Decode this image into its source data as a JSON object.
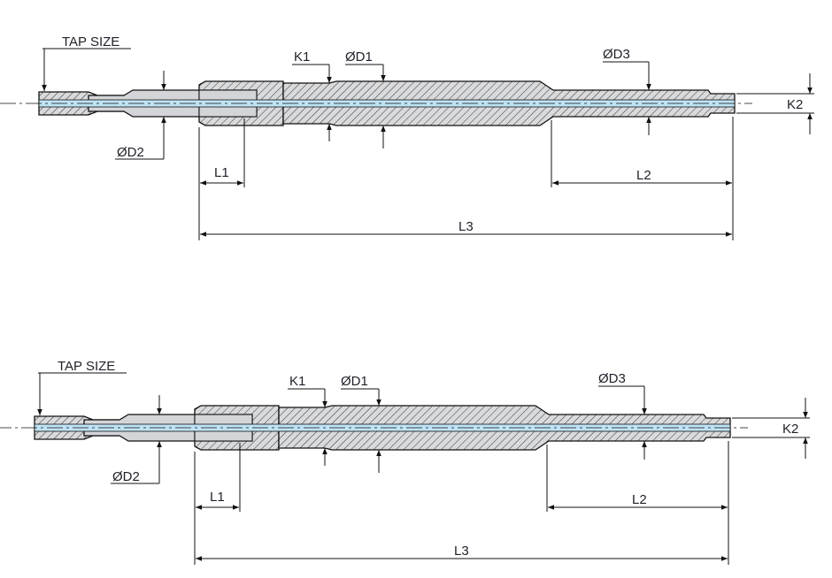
{
  "drawings": [
    {
      "labels": {
        "tap_size": "TAP SIZE",
        "d2": "ØD2",
        "k1": "K1",
        "d1": "ØD1",
        "d3": "ØD3",
        "k2": "K2",
        "l1": "L1",
        "l2": "L2",
        "l3": "L3"
      }
    },
    {
      "labels": {
        "tap_size": "TAP SIZE",
        "d2": "ØD2",
        "k1": "K1",
        "d1": "ØD1",
        "d3": "ØD3",
        "k2": "K2",
        "l1": "L1",
        "l2": "L2",
        "l3": "L3"
      }
    }
  ],
  "colors": {
    "hatch_fill": "#d9dadc",
    "shank": "#d3d5d8",
    "coolant": "#bfe3f5",
    "line": "#1a1a1a"
  }
}
